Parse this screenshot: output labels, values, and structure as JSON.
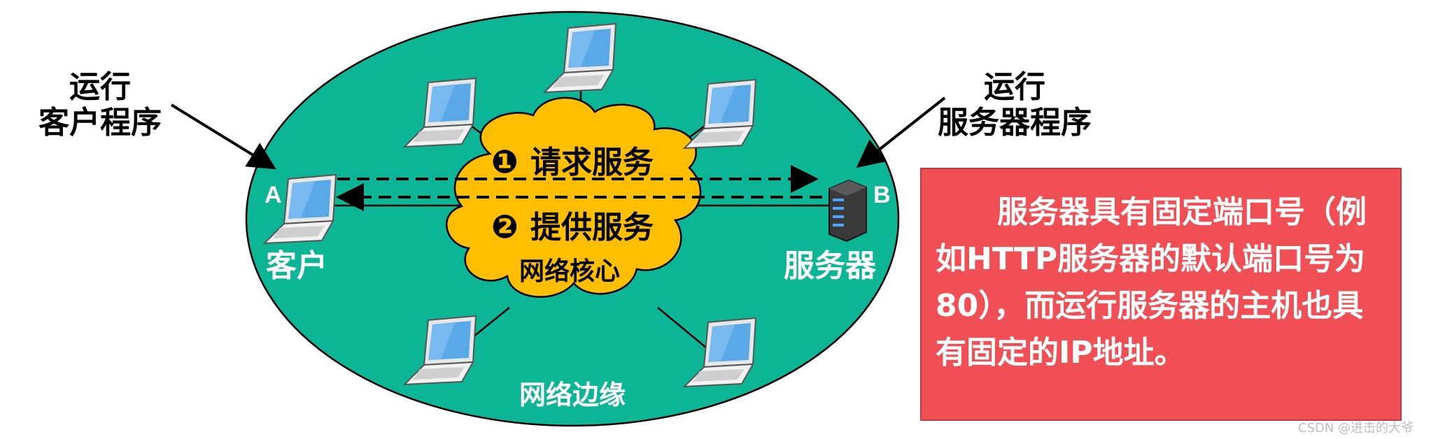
{
  "left_annotation": {
    "line1": "运行",
    "line2": "客户程序"
  },
  "right_annotation": {
    "line1": "运行",
    "line2": "服务器程序"
  },
  "nodes": {
    "client": {
      "letter": "A",
      "label": "客户"
    },
    "server": {
      "letter": "B",
      "label": "服务器"
    }
  },
  "flows": {
    "request": {
      "num": "❶",
      "text": "请求服务"
    },
    "response": {
      "num": "❷",
      "text": "提供服务"
    }
  },
  "core_label": "网络核心",
  "edge_label": "网络边缘",
  "info_text": "服务器具有固定端口号（例如HTTP服务器的默认端口号为80），而运行服务器的主机也具有固定的IP地址。",
  "watermark": "CSDN @进击的大爷",
  "colors": {
    "edge_ellipse": "#0bb596",
    "core_cloud": "#ffbf00",
    "info_box": "#f05055",
    "laptop_screen": "#5aa8e8",
    "server_body": "#2a2a2a"
  }
}
